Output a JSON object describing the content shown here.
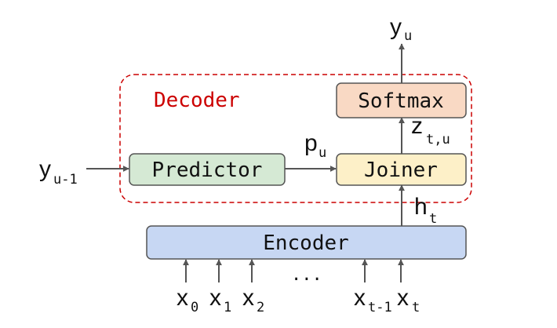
{
  "decoder": {
    "label": "Decoder",
    "label_color": "#cc0000",
    "border_color": "#cc0000"
  },
  "blocks": {
    "softmax": {
      "label": "Softmax",
      "fill": "#f9d9c4",
      "stroke": "#555555"
    },
    "joiner": {
      "label": "Joiner",
      "fill": "#fdf0c8",
      "stroke": "#555555"
    },
    "predictor": {
      "label": "Predictor",
      "fill": "#d5e9d4",
      "stroke": "#555555"
    },
    "encoder": {
      "label": "Encoder",
      "fill": "#c7d7f3",
      "stroke": "#555555"
    }
  },
  "symbols": {
    "y_u": {
      "base": "y",
      "sub": "u"
    },
    "z_tu": {
      "base": "z",
      "sub": "t,u"
    },
    "p_u": {
      "base": "p",
      "sub": "u"
    },
    "y_u_1": {
      "base": "y",
      "sub": "u-1"
    },
    "h_t": {
      "base": "h",
      "sub": "t"
    },
    "x_0": {
      "base": "x",
      "sub": "0"
    },
    "x_1": {
      "base": "x",
      "sub": "1"
    },
    "x_2": {
      "base": "x",
      "sub": "2"
    },
    "x_t_1": {
      "base": "x",
      "sub": "t-1"
    },
    "x_t": {
      "base": "x",
      "sub": "t"
    },
    "ellipsis": "..."
  }
}
